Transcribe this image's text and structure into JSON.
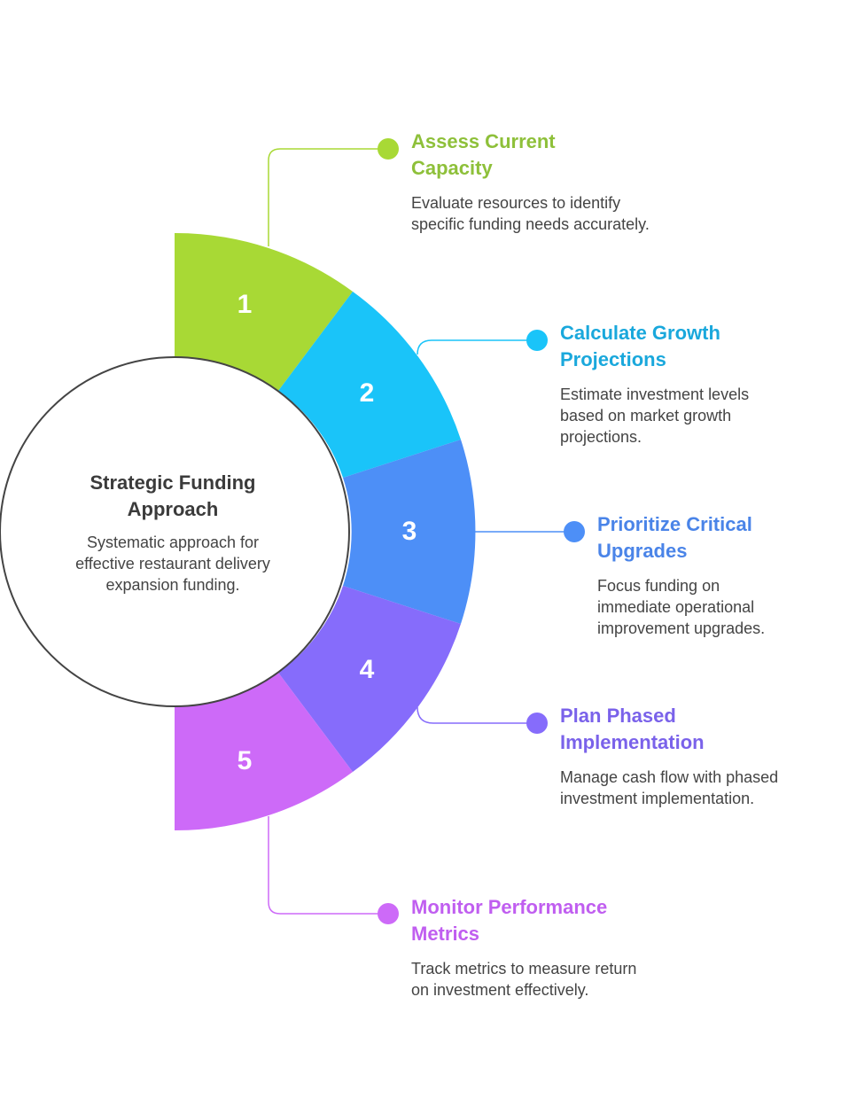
{
  "center": {
    "title_lines": [
      "Strategic Funding",
      "Approach"
    ],
    "desc_lines": [
      "Systematic approach for",
      "effective restaurant delivery",
      "expansion funding."
    ]
  },
  "steps": [
    {
      "number": "1",
      "color": "#a8d935",
      "title_color": "#8ec03a",
      "title_lines": [
        "Assess Current",
        "Capacity"
      ],
      "desc_lines": [
        "Evaluate resources to identify",
        "specific funding needs accurately."
      ]
    },
    {
      "number": "2",
      "color": "#1ac4f9",
      "title_color": "#1aa8dc",
      "title_lines": [
        "Calculate Growth",
        "Projections"
      ],
      "desc_lines": [
        "Estimate investment levels",
        "based on market growth",
        "projections."
      ]
    },
    {
      "number": "3",
      "color": "#4d8ff7",
      "title_color": "#4a84e8",
      "title_lines": [
        "Prioritize Critical",
        "Upgrades"
      ],
      "desc_lines": [
        "Focus funding on",
        "immediate operational",
        "improvement upgrades."
      ]
    },
    {
      "number": "4",
      "color": "#866cfb",
      "title_color": "#7a62ea",
      "title_lines": [
        "Plan Phased",
        "Implementation"
      ],
      "desc_lines": [
        "Manage cash flow with phased",
        "investment implementation."
      ]
    },
    {
      "number": "5",
      "color": "#cd6af8",
      "title_color": "#c05ef0",
      "title_lines": [
        "Monitor Performance",
        "Metrics"
      ],
      "desc_lines": [
        "Track metrics to measure return",
        "on investment effectively."
      ]
    }
  ]
}
